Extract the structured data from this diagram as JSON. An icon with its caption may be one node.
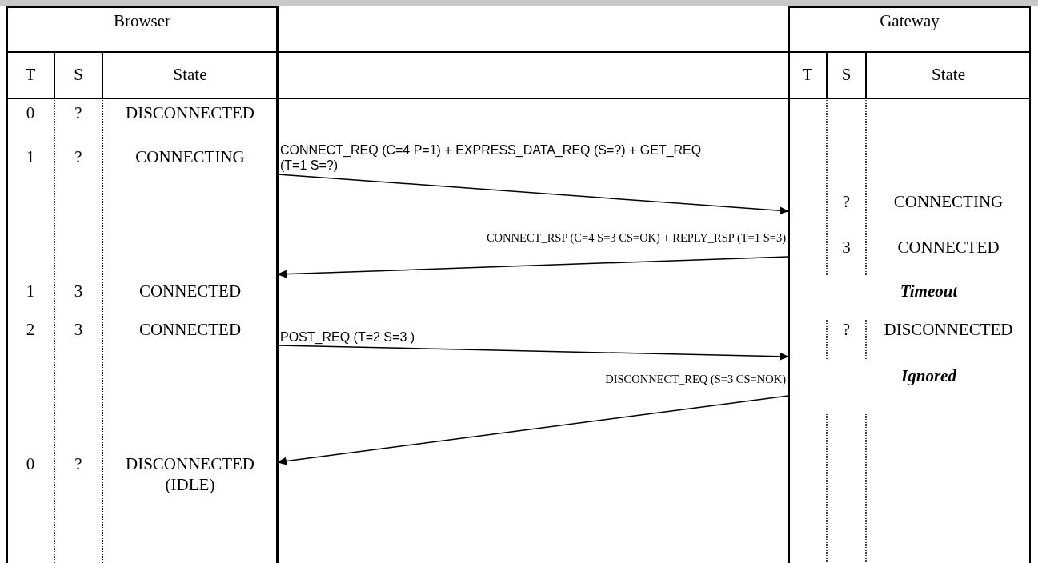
{
  "diagram": {
    "nodes": [
      {
        "text": [
          "Browser"
        ]
      },
      {
        "text": [
          "Gateway"
        ]
      }
    ],
    "edges": [
      {
        "from": 0,
        "to": 1,
        "arrow": "to",
        "label": "CONNECT_REQ (C=4 P=1) + EXPRESS_DATA_REQ (S=?) + GET_REQ (T=1 S=?)"
      },
      {
        "from": 1,
        "to": 0,
        "arrow": "to",
        "label": "CONNECT_RSP (C=4 S=3 CS=OK) + REPLY_RSP (T=1 S=3)"
      },
      {
        "from": 0,
        "to": 1,
        "arrow": "to",
        "label": "POST_REQ (T=2 S=3 )"
      },
      {
        "from": 1,
        "to": 0,
        "arrow": "to",
        "label": "DISCONNECT_REQ (S=3 CS=NOK)"
      }
    ],
    "labels": [
      "T",
      "S",
      "State",
      "T",
      "S",
      "State",
      "0",
      "?",
      "DISCONNECTED",
      "1",
      "?",
      "CONNECTING",
      "?",
      "CONNECTING",
      "3",
      "CONNECTED",
      "1",
      "3",
      "CONNECTED",
      "Timeout",
      "2",
      "3",
      "CONNECTED",
      "?",
      "DISCONNECTED",
      "Ignored",
      "0",
      "?",
      "DISCONNECTED (IDLE)"
    ]
  }
}
